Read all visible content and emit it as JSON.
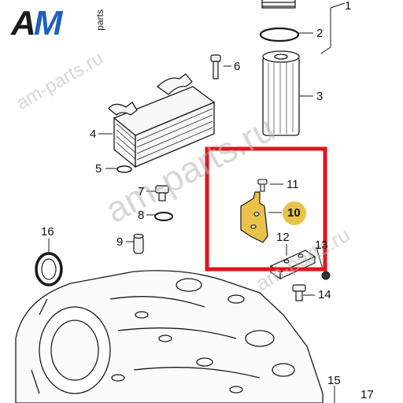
{
  "logo": {
    "am": "AM",
    "a_part": "A",
    "m_part": "M",
    "parts": "parts"
  },
  "watermarks": [
    "am-parts.ru",
    "am-parts.ru",
    "am-parts.ru"
  ],
  "callouts": {
    "c1": "1",
    "c2": "2",
    "c3": "3",
    "c4": "4",
    "c5": "5",
    "c6": "6",
    "c7": "7",
    "c8": "8",
    "c9": "9",
    "c10": "10",
    "c11": "11",
    "c12": "12",
    "c13": "13",
    "c14": "14",
    "c15": "15",
    "c16": "16",
    "c17": "17"
  },
  "colors": {
    "highlight_box": "#e3141b",
    "highlight_badge": "#e8c24a",
    "part_line": "#1a1a1a",
    "logo_blue": "#1f5fbf"
  }
}
